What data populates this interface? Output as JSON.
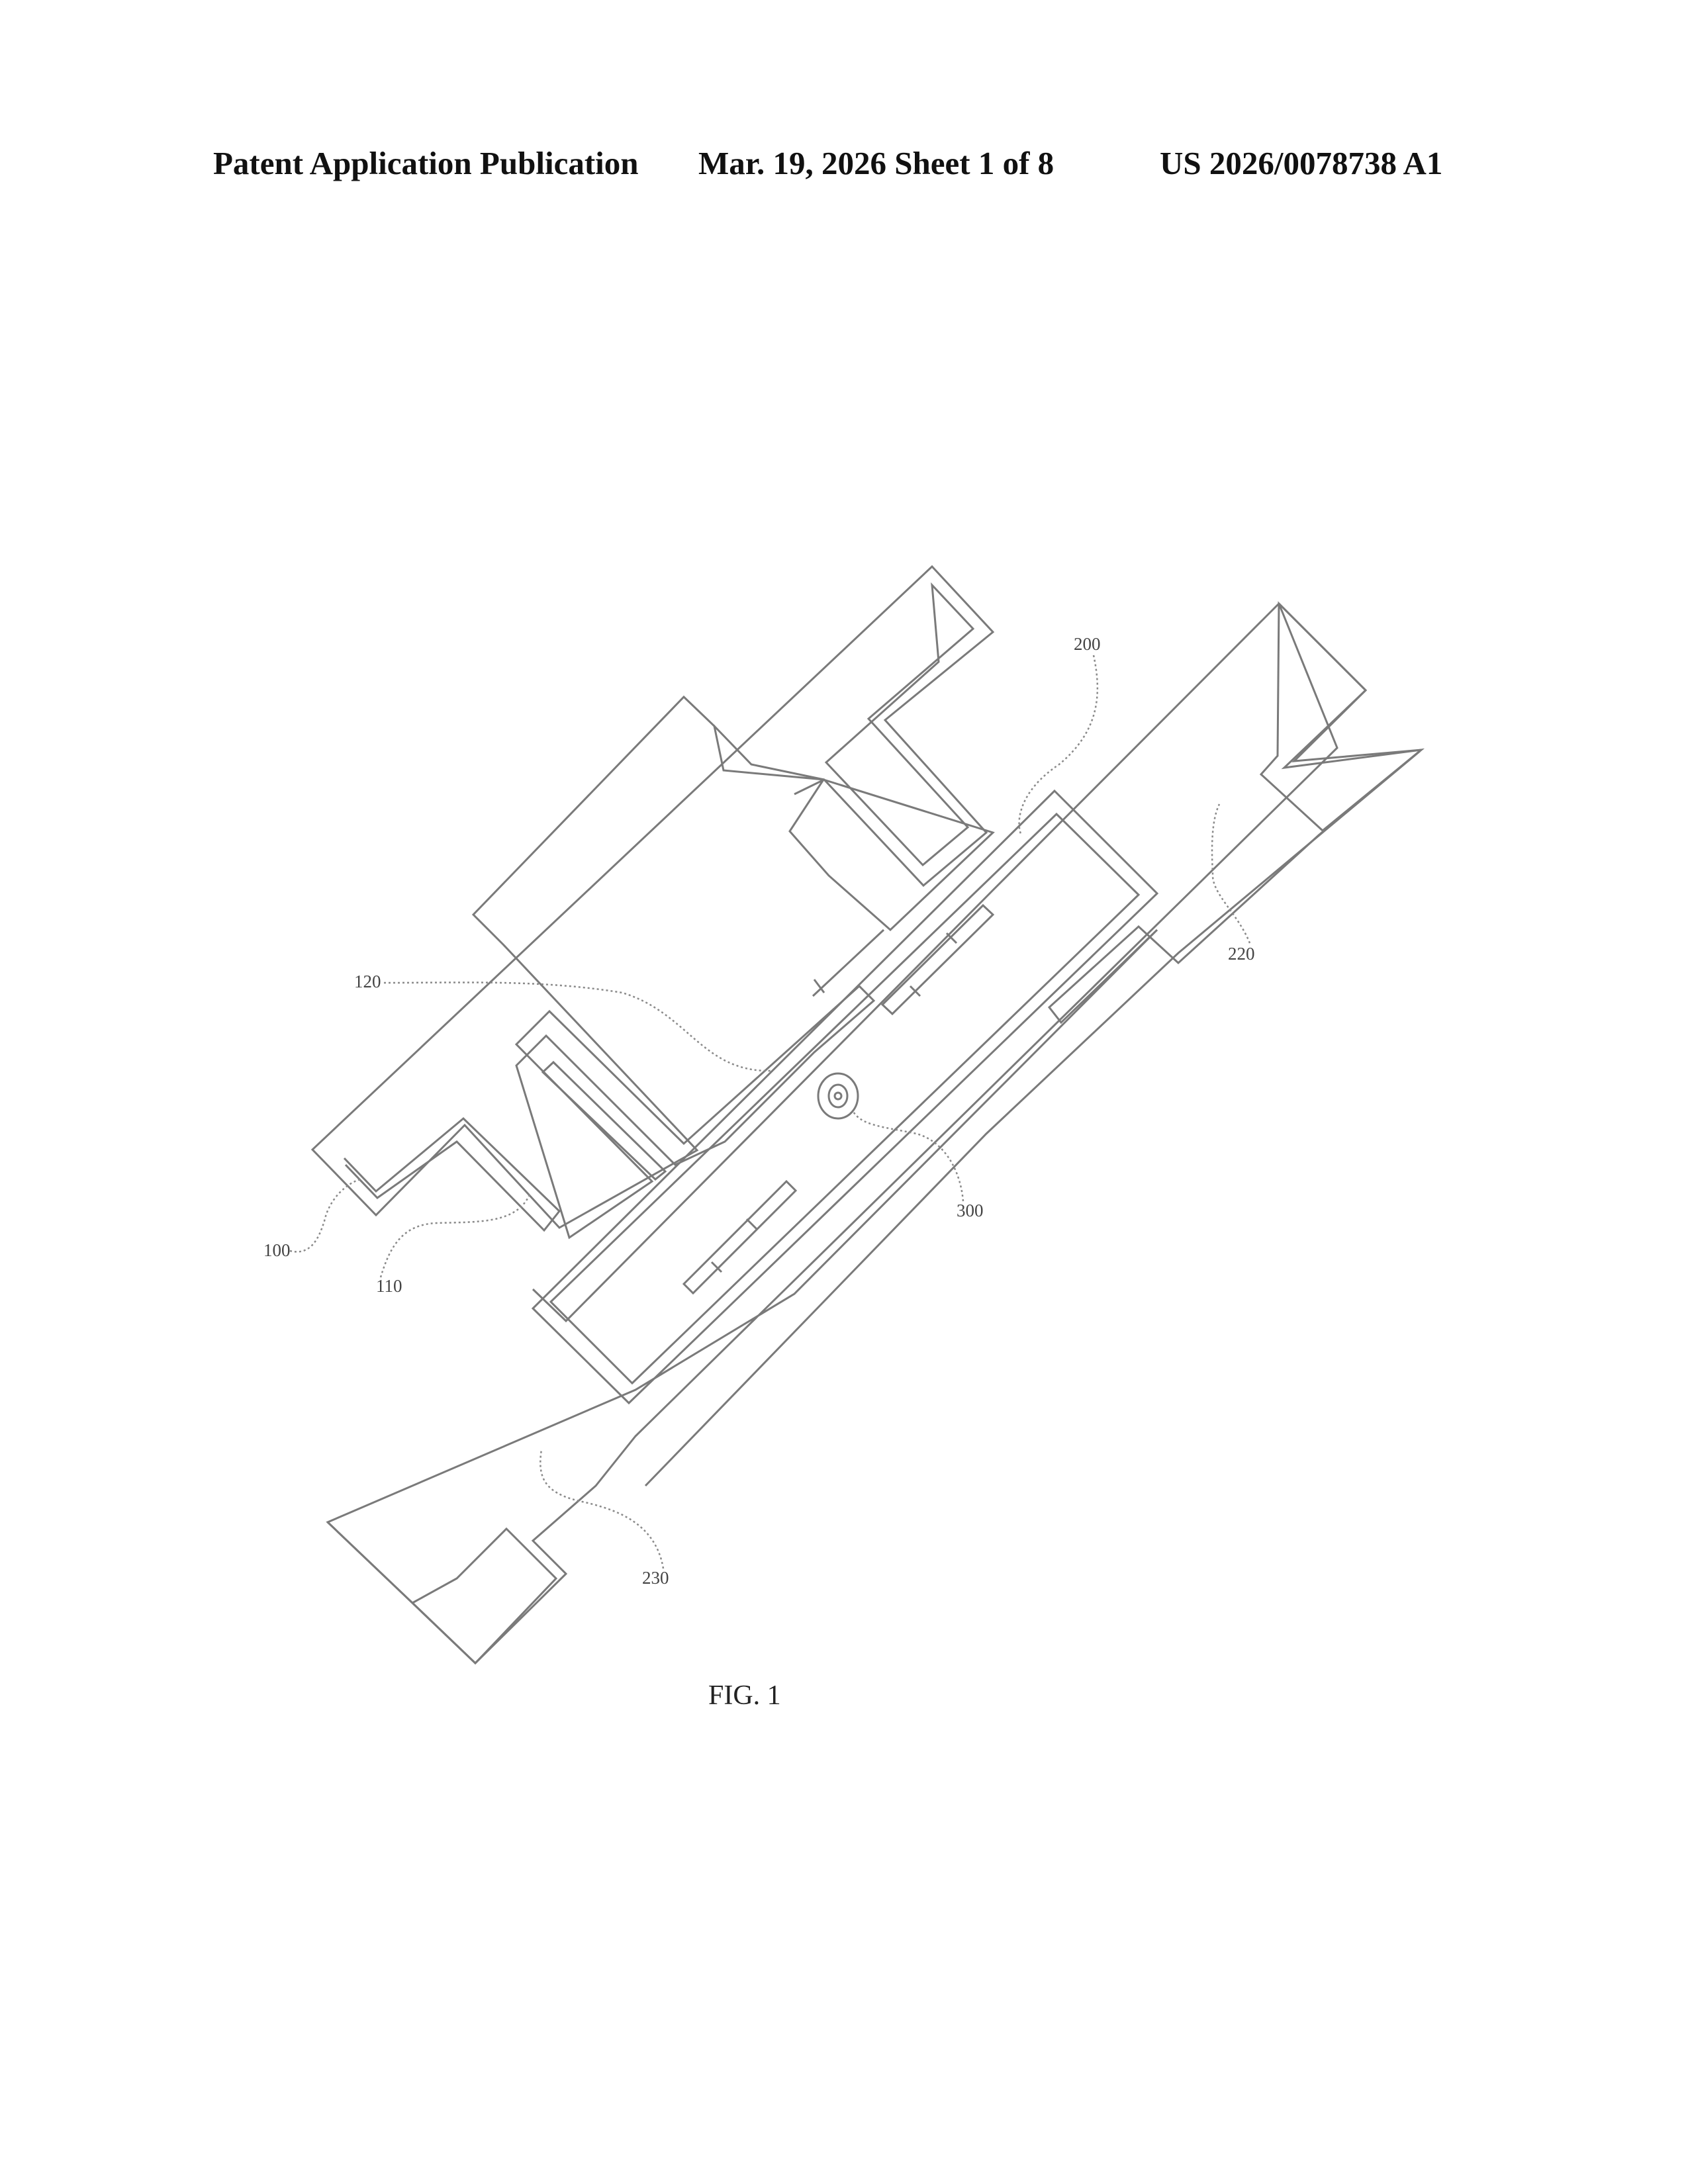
{
  "header": {
    "publication": "Patent Application Publication",
    "date_sheet": "Mar. 19, 2026  Sheet 1 of 8",
    "number": "US 2026/0078738 A1"
  },
  "figure": {
    "caption": "FIG. 1",
    "labels": {
      "l100": "100",
      "l110": "110",
      "l120": "120",
      "l200": "200",
      "l220": "220",
      "l230": "230",
      "l300": "300"
    }
  }
}
